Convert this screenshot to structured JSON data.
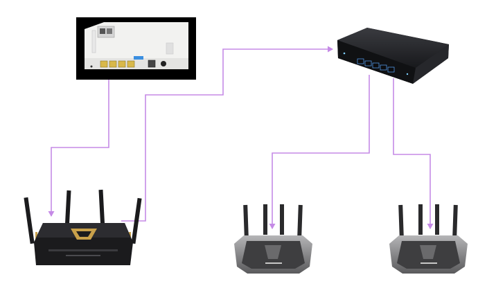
{
  "colors": {
    "link": "#c58ae6",
    "background": "#ffffff",
    "modem_frame": "#000000",
    "modem_body": "#f2f2f0",
    "modem_port": "#d8b84a",
    "switch_body": "#1e1f22",
    "switch_led": "#5aa9ff",
    "router_body": "#1b1b1d",
    "router_gold": "#c8a04a",
    "node_body": "#4a4a4c",
    "node_shell": "#9a9a9c"
  },
  "diagram": {
    "nodes": [
      {
        "id": "optical-modem",
        "kind": "modem",
        "icon": "ont-modem-icon"
      },
      {
        "id": "network-switch",
        "kind": "switch",
        "icon": "ethernet-switch-icon"
      },
      {
        "id": "main-router",
        "kind": "router",
        "icon": "gaming-router-icon"
      },
      {
        "id": "mesh-node-1",
        "kind": "mesh-node",
        "icon": "mesh-router-icon"
      },
      {
        "id": "mesh-node-2",
        "kind": "mesh-node",
        "icon": "mesh-router-icon"
      }
    ],
    "links": [
      {
        "from": "optical-modem",
        "to": "main-router"
      },
      {
        "from": "main-router",
        "to": "network-switch"
      },
      {
        "from": "network-switch",
        "to": "mesh-node-1"
      },
      {
        "from": "network-switch",
        "to": "mesh-node-2"
      }
    ]
  }
}
